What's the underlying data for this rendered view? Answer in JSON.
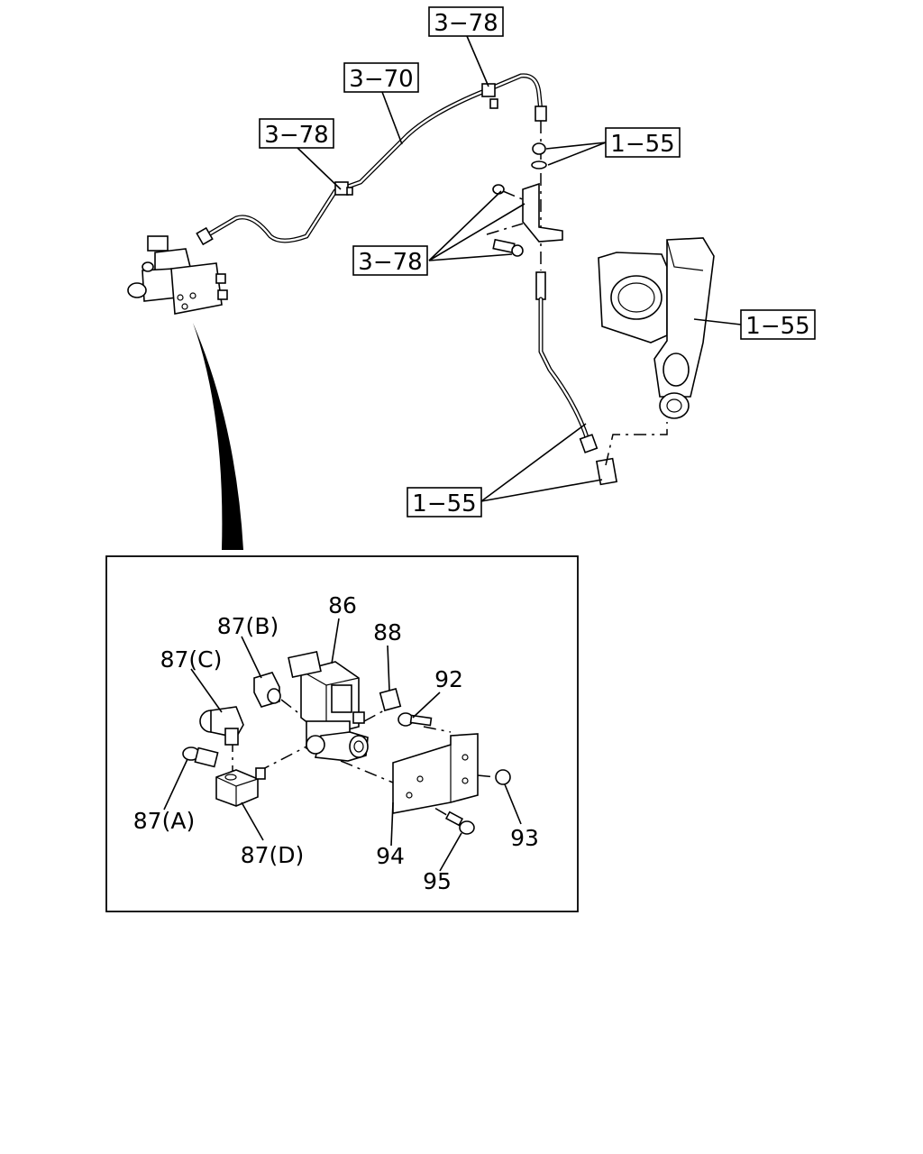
{
  "refs": [
    {
      "id": "ref-3-78-top",
      "label": "3−78"
    },
    {
      "id": "ref-3-70",
      "label": "3−70"
    },
    {
      "id": "ref-3-78-mid",
      "label": "3−78"
    },
    {
      "id": "ref-1-55-nut",
      "label": "1−55"
    },
    {
      "id": "ref-3-78-bracket",
      "label": "3−78"
    },
    {
      "id": "ref-1-55-manifold",
      "label": "1−55"
    },
    {
      "id": "ref-1-55-hose",
      "label": "1−55"
    }
  ],
  "parts": [
    {
      "id": "part-86",
      "label": "86"
    },
    {
      "id": "part-87b",
      "label": "87(B)"
    },
    {
      "id": "part-88",
      "label": "88"
    },
    {
      "id": "part-87c",
      "label": "87(C)"
    },
    {
      "id": "part-92",
      "label": "92"
    },
    {
      "id": "part-87a",
      "label": "87(A)"
    },
    {
      "id": "part-93",
      "label": "93"
    },
    {
      "id": "part-87d",
      "label": "87(D)"
    },
    {
      "id": "part-94",
      "label": "94"
    },
    {
      "id": "part-95",
      "label": "95"
    }
  ]
}
